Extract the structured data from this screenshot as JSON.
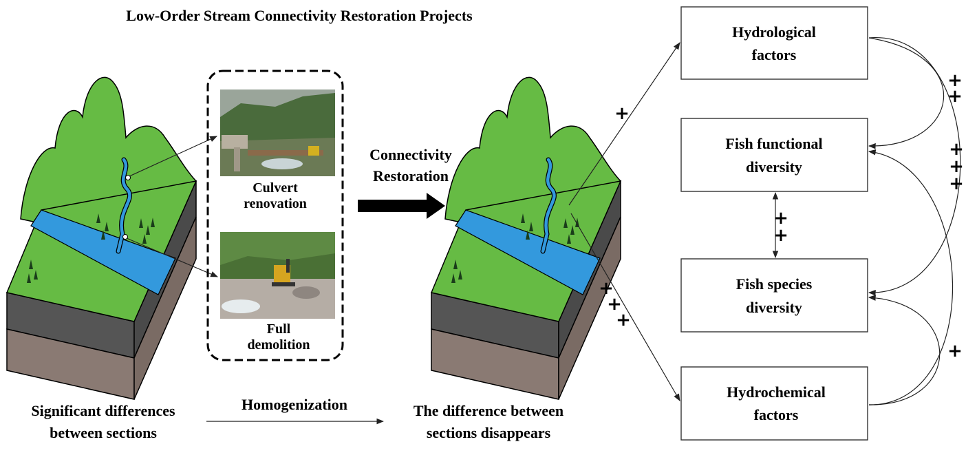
{
  "title": "Low-Order Stream Connectivity Restoration Projects",
  "photos": {
    "culvert_label": [
      "Culvert",
      "renovation"
    ],
    "demolition_label": [
      "Full",
      "demolition"
    ]
  },
  "restoration_label": [
    "Connectivity",
    "Restoration"
  ],
  "factors": {
    "hydrological": [
      "Hydrological",
      "factors"
    ],
    "fish_functional": [
      "Fish functional",
      "diversity"
    ],
    "fish_species": [
      "Fish species",
      "diversity"
    ],
    "hydrochemical": [
      "Hydrochemical",
      "factors"
    ]
  },
  "bottom": {
    "left": [
      "Significant differences",
      "between sections"
    ],
    "middle": "Homogenization",
    "right": [
      "The difference between",
      "sections disappears"
    ]
  },
  "significance": {
    "symbol": "+",
    "to_hydrological": "+",
    "hydro_to_functional": "++",
    "functional_species": "++",
    "species_from_hydro": "+++",
    "to_hydrochemical": "+++",
    "hydrochem_to_species": "+"
  },
  "colors": {
    "mountain_green": "#66bb44",
    "river_blue": "#3399dd",
    "soil_dark": "#555555",
    "soil_brown": "#8a7a73",
    "photo_forest": "#5a7a4a"
  }
}
